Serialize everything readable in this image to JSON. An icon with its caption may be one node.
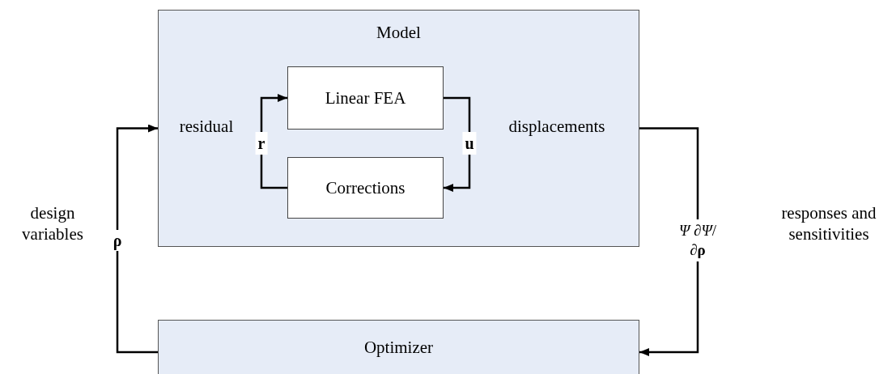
{
  "diagram": {
    "nodes": [
      {
        "text": [
          "Model"
        ]
      },
      {
        "text": [
          "Linear FEA"
        ],
        "in": 0
      },
      {
        "text": [
          "Corrections"
        ],
        "in": 0
      },
      {
        "text": [
          "Optimizer"
        ]
      }
    ],
    "edges": [
      {
        "from": 1,
        "to": 2,
        "arrow": "to",
        "label": "**u**"
      },
      {
        "from": 2,
        "to": 1,
        "arrow": "to",
        "label": "**r**"
      },
      {
        "from": 0,
        "to": 3,
        "arrow": "to",
        "label": "*Ψ* ∂*Ψ*/∂**ρ**"
      },
      {
        "from": 3,
        "to": 0,
        "arrow": "to",
        "label": "**ρ**"
      }
    ],
    "labels": [
      "residual",
      "displacements",
      "design variables",
      "responses and sensitivities"
    ]
  }
}
